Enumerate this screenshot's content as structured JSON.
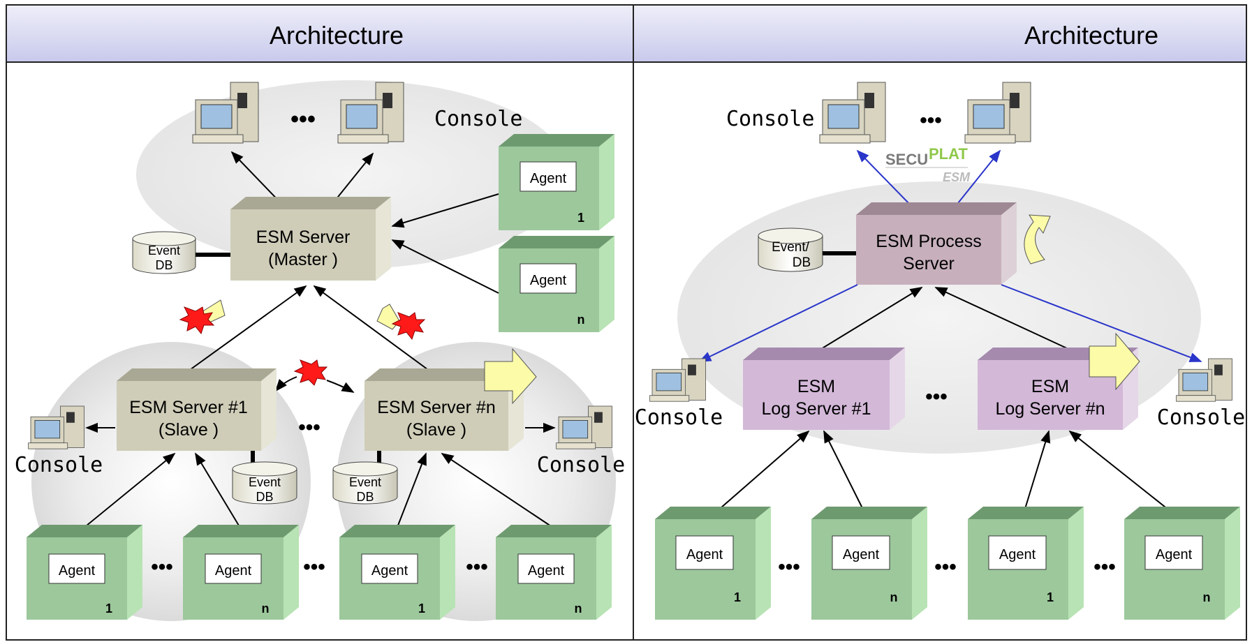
{
  "left": {
    "title": "Architecture",
    "console_label_top": "Console",
    "console_label_left": "Console",
    "console_label_right": "Console",
    "master_line1": "ESM Server",
    "master_line2": "(Master        )",
    "slave1_line1": "ESM Server #1",
    "slave1_line2": "(Slave        )",
    "slaven_line1": "ESM Server #n",
    "slaven_line2": "(Slave        )",
    "db_main_line1": "Event",
    "db_main_line2": "DB",
    "db_slave1_line1": "Event",
    "db_slave1_line2": "DB",
    "db_slaven_line1": "Event",
    "db_slaven_line2": "DB",
    "agent_label": "Agent",
    "agent_num_1": "1",
    "agent_num_n": "n",
    "ellipsis": "•••"
  },
  "right": {
    "title": "Architecture",
    "console_label_top": "Console",
    "console_label_left": "Console",
    "console_label_right": "Console",
    "logo_main_a": "SECU",
    "logo_main_b": "PLAT",
    "logo_sub": "ESM",
    "process_line1": "ESM Process",
    "process_line2": "Server",
    "db_line1": "Event/",
    "db_line2": "DB",
    "log1_line1": "ESM",
    "log1_line2": "Log Server #1",
    "logn_line1": "ESM",
    "logn_line2": "Log Server #n",
    "agent_label": "Agent",
    "agent_num_1": "1",
    "agent_num_n": "n",
    "ellipsis": "•••"
  },
  "colors": {
    "header_top": "#eeeef9",
    "header_bottom": "#c9caec",
    "server_front": "#cfcdb8",
    "server_top": "#a9a894",
    "server_side": "#e6e5d6",
    "agent_front": "#9cc89c",
    "agent_top": "#6e9a70",
    "agent_side": "#b8e3b4",
    "process_front": "#c7b0bc",
    "logserver_front": "#d3b8d8",
    "arrow_blue": "#2a35c9",
    "block_arrow": "#fbfba8",
    "burst": "#ff1a1a"
  }
}
